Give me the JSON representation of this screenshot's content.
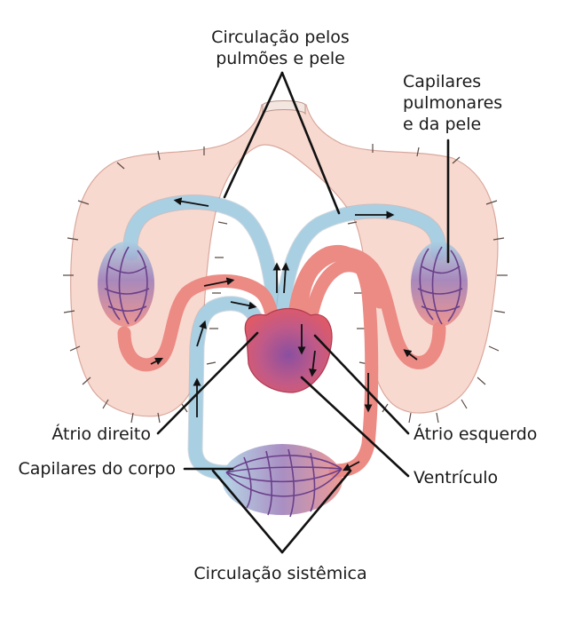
{
  "labels": {
    "top_line1": "Circulação pelos",
    "top_line2": "pulmões e pele",
    "capillaries_line1": "Capilares",
    "capillaries_line2": "pulmonares",
    "capillaries_line3": "e da pele",
    "right_atrium": "Átrio direito",
    "left_atrium": "Átrio esquerdo",
    "body_capillaries": "Capilares do corpo",
    "ventricle": "Ventrículo",
    "systemic": "Circulação sistêmica"
  },
  "colors": {
    "tissue": "#f8d9d0",
    "tissue_outline": "#d9a89c",
    "oxygen_poor": "#a9cfe3",
    "oxygen_rich": "#ec8a84",
    "capillary": "#9a7bb8",
    "heart": "#d9546b"
  }
}
